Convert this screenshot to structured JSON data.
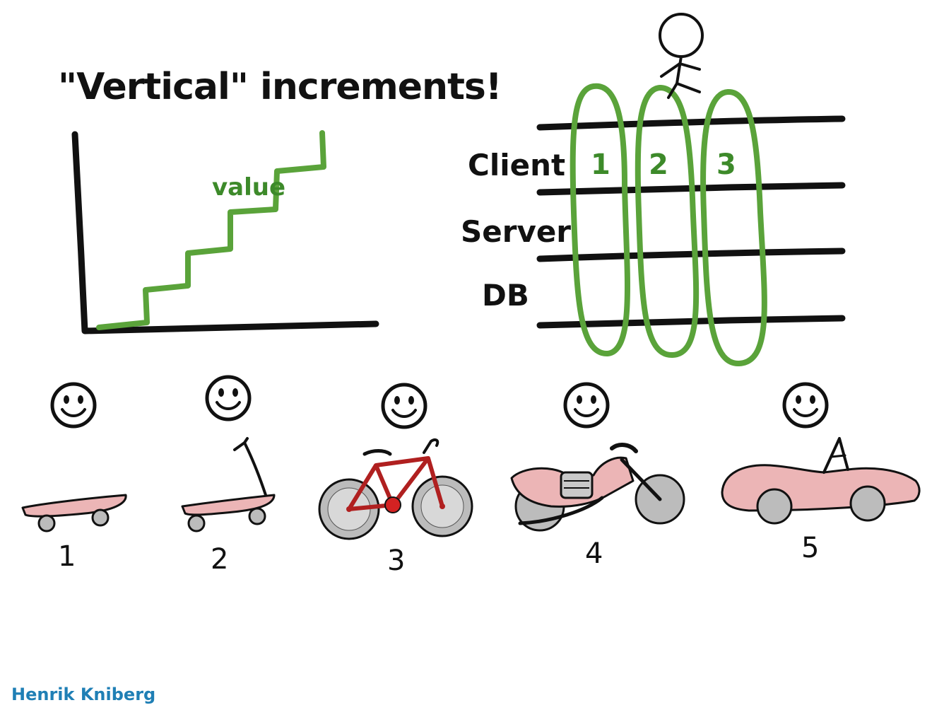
{
  "title": "\"Vertical\" increments!",
  "value_label": "value",
  "layers": [
    "Client",
    "Server",
    "DB"
  ],
  "slices": [
    "1",
    "2",
    "3"
  ],
  "stages": [
    {
      "number": "1",
      "vehicle": "skateboard"
    },
    {
      "number": "2",
      "vehicle": "scooter"
    },
    {
      "number": "3",
      "vehicle": "bicycle"
    },
    {
      "number": "4",
      "vehicle": "motorcycle"
    },
    {
      "number": "5",
      "vehicle": "car"
    }
  ],
  "credit": "Henrik Kniberg",
  "colors": {
    "ink": "#111111",
    "green": "#5aa33a",
    "green_text": "#3d8a2a",
    "pink": "#ecb5b6",
    "credit_blue": "#1f7fb5"
  },
  "icons": [
    "stick-figure-icon",
    "smiley-face-icon",
    "skateboard-icon",
    "scooter-icon",
    "bicycle-icon",
    "motorcycle-icon",
    "car-icon"
  ]
}
